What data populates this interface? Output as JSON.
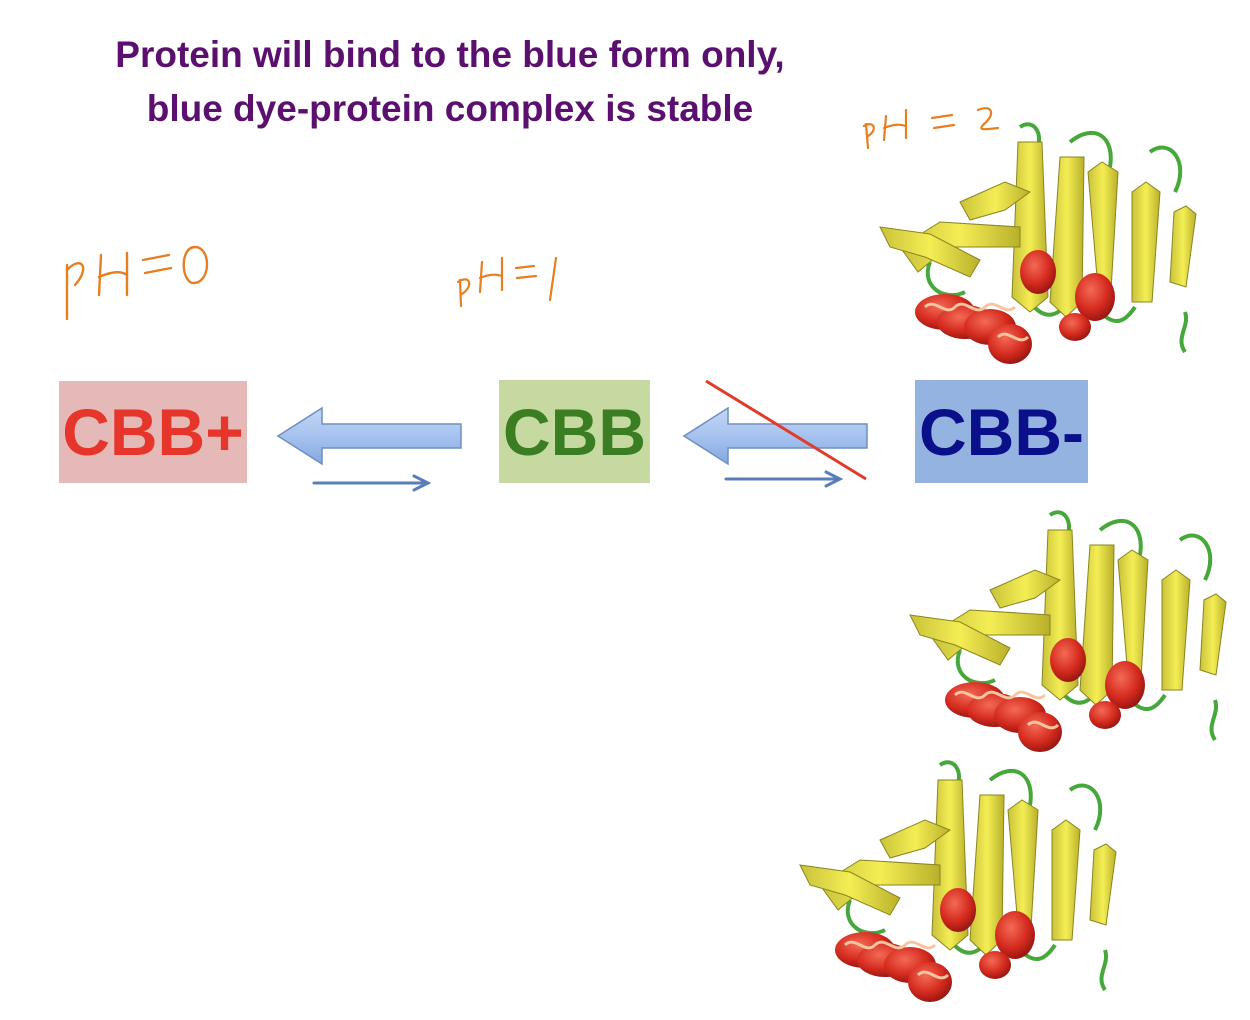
{
  "title": {
    "line1": "Protein will bind to the blue form only,",
    "line2": "blue dye-protein complex is stable"
  },
  "forms": [
    {
      "label": "CBB+",
      "text_color": "#e6352b",
      "bg_color": "#e4b9b8"
    },
    {
      "label": "CBB",
      "text_color": "#3a7d22",
      "bg_color": "#c5d9a0"
    },
    {
      "label": "CBB-",
      "text_color": "#0a0f8a",
      "bg_color": "#95b3e0"
    }
  ],
  "annotations": [
    {
      "label": "pH = 0",
      "color": "#e67e22"
    },
    {
      "label": "pH = 1",
      "color": "#e67e22"
    },
    {
      "label": "pH = 2",
      "color": "#e67e22"
    }
  ],
  "colors": {
    "big_arrow_fill": "#a6c3ef",
    "big_arrow_stroke": "#6f8fc2",
    "thin_arrow": "#5b7db8",
    "strike_line": "#e23b2a",
    "helix": "#d42a1e",
    "sheet": "#f2ea3c",
    "loop": "#46a83a"
  },
  "icons": {
    "protein": "protein-ribbon-icon"
  }
}
